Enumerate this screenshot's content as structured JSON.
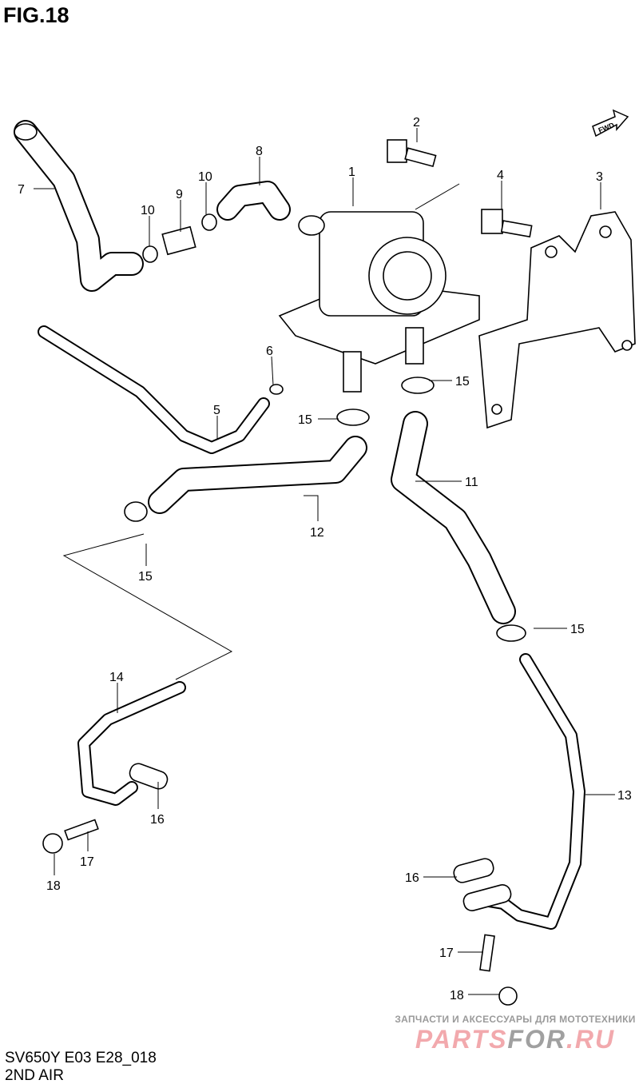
{
  "figure_title": "FIG.18",
  "fwd_label": "FWD",
  "callouts": {
    "c1": "1",
    "c2": "2",
    "c3": "3",
    "c4": "4",
    "c5": "5",
    "c6": "6",
    "c7": "7",
    "c8": "8",
    "c9": "9",
    "c10a": "10",
    "c10b": "10",
    "c11": "11",
    "c12": "12",
    "c13": "13",
    "c14": "14",
    "c15a": "15",
    "c15b": "15",
    "c15c": "15",
    "c15d": "15",
    "c16a": "16",
    "c16b": "16",
    "c17a": "17",
    "c17b": "17",
    "c18a": "18",
    "c18b": "18"
  },
  "caption": {
    "model": "SV650Y E03 E28_018",
    "section": "2ND AIR"
  },
  "watermark": {
    "subtitle": "ЗАПЧАСТИ И АКСЕССУАРЫ ДЛЯ МОТОТЕХНИКИ",
    "brand_a": "PARTS",
    "brand_b": "FOR",
    "brand_c": ".RU",
    "pink": "#f2a9ad",
    "gray": "#a0a0a0"
  }
}
